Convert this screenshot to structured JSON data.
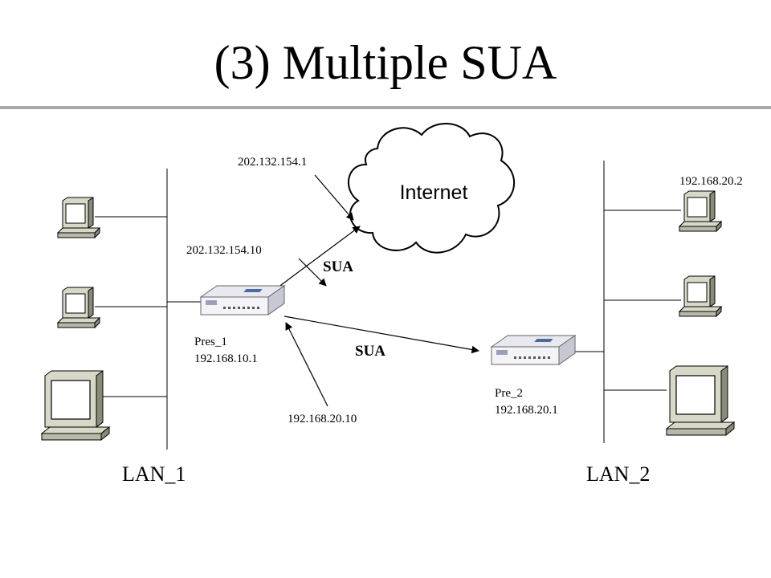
{
  "title": "(3) Multiple SUA",
  "internet_label": "Internet",
  "labels": {
    "ip_internet_gateway": "202.132.154.1",
    "ip_router1_wan": "202.132.154.10",
    "ip_router1_lan": "192.168.20.10",
    "ip_lan2_host": "192.168.20.2",
    "sua_top": "SUA",
    "sua_bottom": "SUA"
  },
  "router1": {
    "name": "Pres_1",
    "ip": "192.168.10.1"
  },
  "router2": {
    "name": "Pre_2",
    "ip": "192.168.20.1"
  },
  "lan1": "LAN_1",
  "lan2": "LAN_2",
  "colors": {
    "device_fill": "#d8d8c8",
    "device_dark": "#8a8a78",
    "screen": "#ffffff",
    "rule": "#a9a9a9"
  }
}
